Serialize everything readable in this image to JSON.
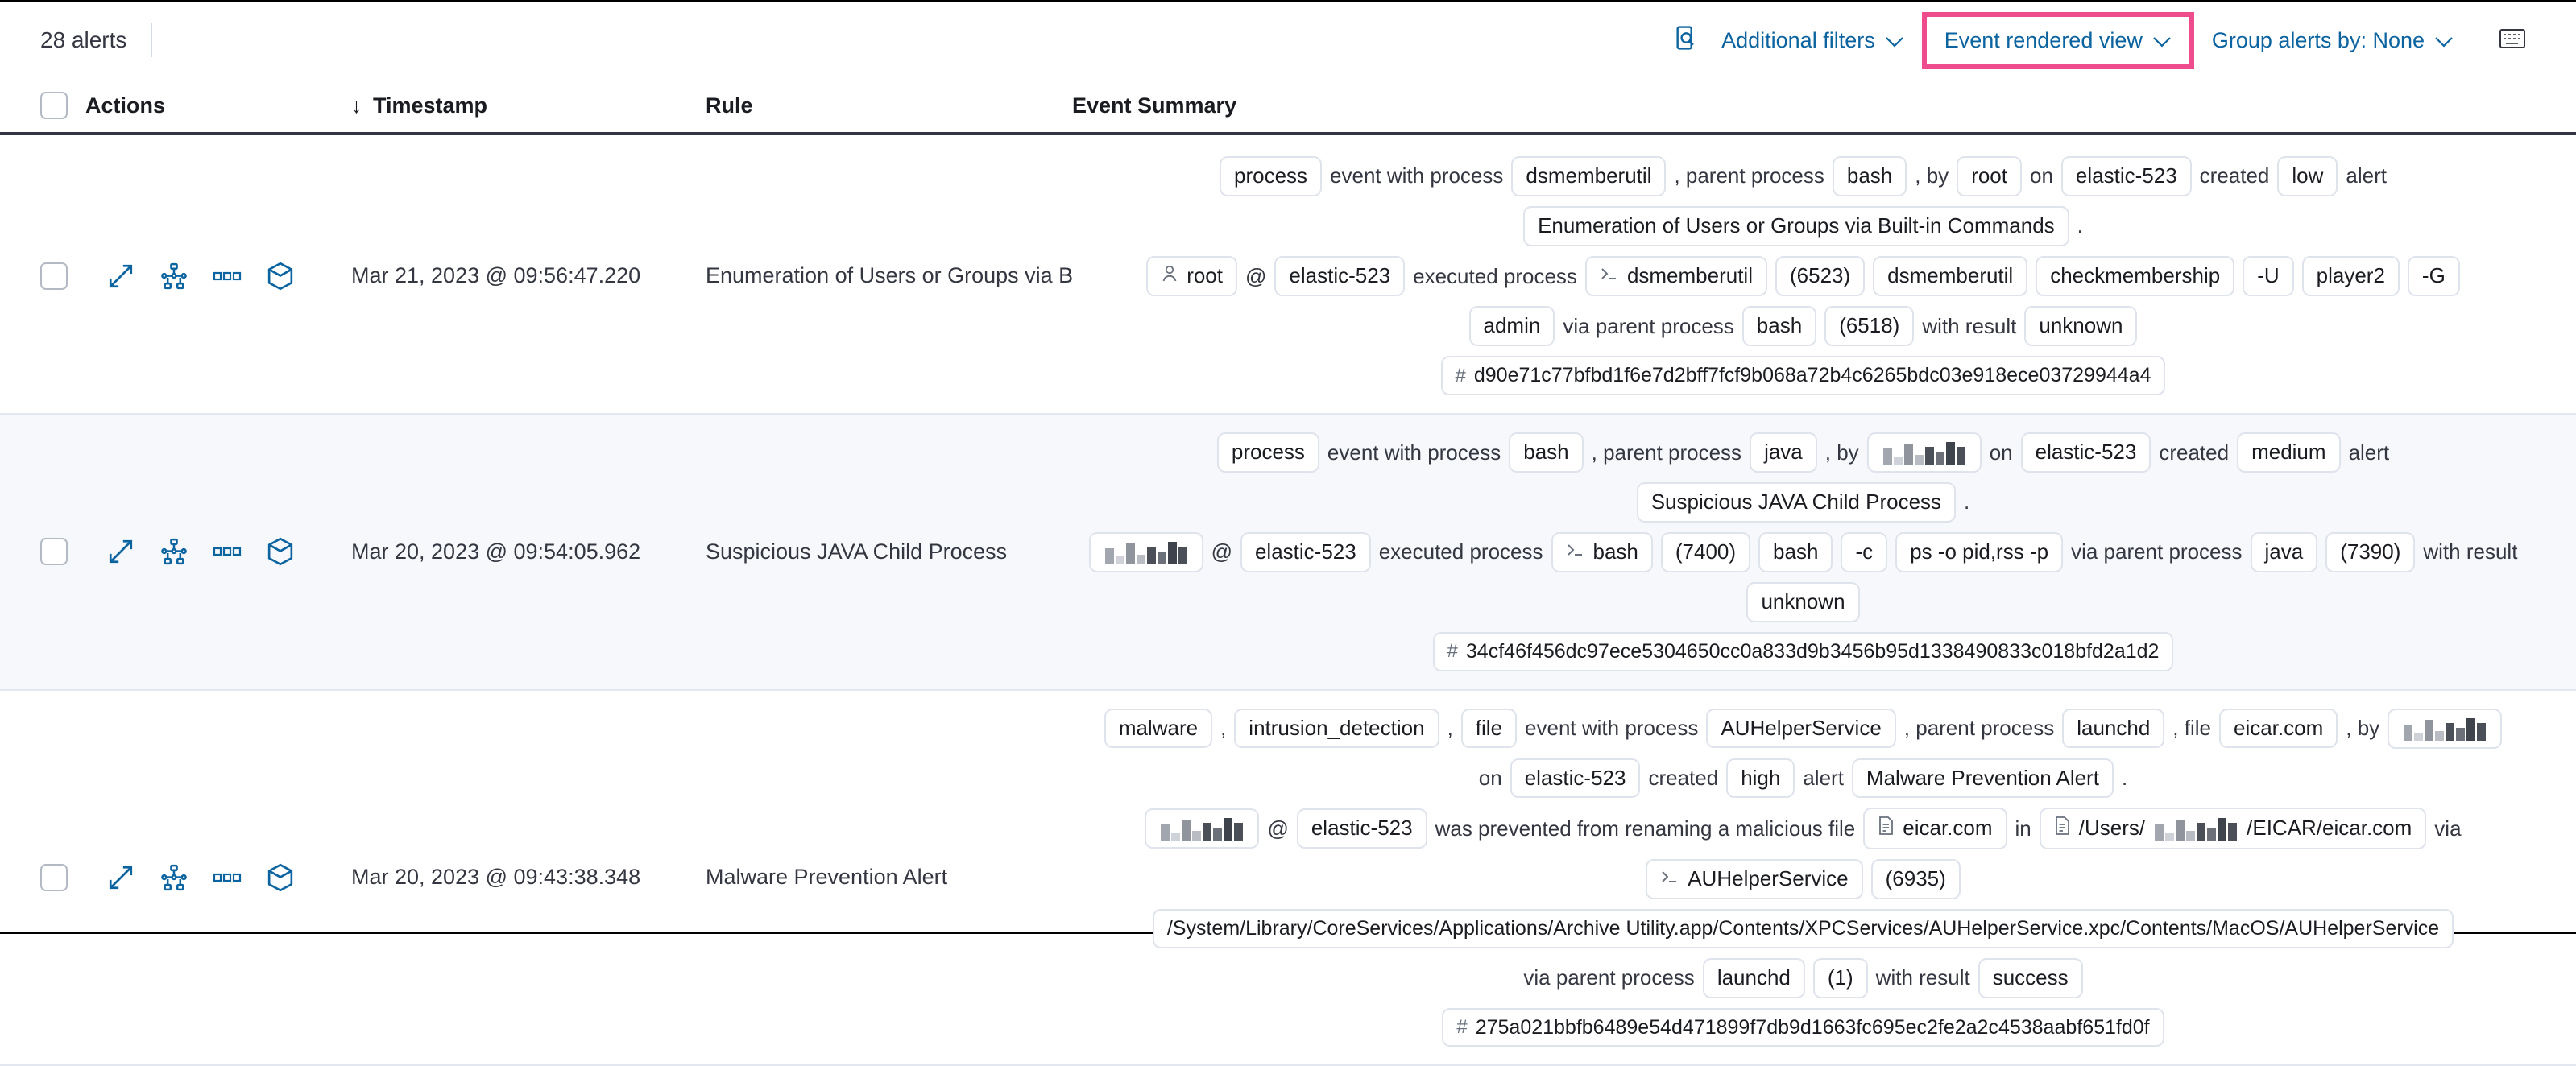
{
  "toolbar": {
    "alert_count": "28 alerts",
    "inspect_icon": "inspect-icon",
    "additional_filters": "Additional filters",
    "event_rendered_view": "Event rendered view",
    "group_alerts_by": "Group alerts by: None",
    "keyboard_icon": "keyboard-icon",
    "chevron": "∨",
    "highlight_color": "#ee4c8c",
    "link_color": "#0b64a0"
  },
  "table": {
    "headers": {
      "actions": "Actions",
      "timestamp": "Timestamp",
      "rule": "Rule",
      "event_summary": "Event Summary"
    },
    "sort_indicator": "↓"
  },
  "row_icons": {
    "expand": "expand-icon",
    "analyzer": "analyzer-graph-icon",
    "more": "more-actions-icon",
    "session": "session-view-cube-icon"
  },
  "rows": [
    {
      "timestamp": "Mar 21, 2023 @ 09:56:47.220",
      "rule": "Enumeration of Users or Groups via Bui",
      "summary": [
        [
          {
            "t": "chip",
            "v": "process"
          },
          {
            "t": "txt",
            "v": "event with process"
          },
          {
            "t": "chip",
            "v": "dsmemberutil"
          },
          {
            "t": "txt",
            "v": ", parent process"
          },
          {
            "t": "chip",
            "v": "bash"
          },
          {
            "t": "txt",
            "v": ", by"
          },
          {
            "t": "chip",
            "v": "root"
          },
          {
            "t": "txt",
            "v": "on"
          },
          {
            "t": "chip",
            "v": "elastic-523"
          },
          {
            "t": "txt",
            "v": "created"
          },
          {
            "t": "chip",
            "v": "low"
          },
          {
            "t": "txt",
            "v": "alert"
          }
        ],
        [
          {
            "t": "chip",
            "v": "Enumeration of Users or Groups via Built-in Commands"
          },
          {
            "t": "txt",
            "v": "."
          }
        ],
        [
          {
            "t": "chip",
            "v": "root",
            "icon": "user-icon"
          },
          {
            "t": "txt",
            "v": "@"
          },
          {
            "t": "chip",
            "v": "elastic-523"
          },
          {
            "t": "txt",
            "v": "executed process"
          },
          {
            "t": "chip",
            "v": "dsmemberutil",
            "icon": "console-icon"
          },
          {
            "t": "chip",
            "v": "(6523)"
          },
          {
            "t": "chip",
            "v": "dsmemberutil"
          },
          {
            "t": "chip",
            "v": "checkmembership"
          },
          {
            "t": "chip",
            "v": "-U"
          },
          {
            "t": "chip",
            "v": "player2"
          },
          {
            "t": "chip",
            "v": "-G"
          }
        ],
        [
          {
            "t": "chip",
            "v": "admin"
          },
          {
            "t": "txt",
            "v": "via parent process"
          },
          {
            "t": "chip",
            "v": "bash"
          },
          {
            "t": "chip",
            "v": "(6518)"
          },
          {
            "t": "txt",
            "v": "with result"
          },
          {
            "t": "chip",
            "v": "unknown"
          }
        ],
        [
          {
            "t": "chip",
            "v": "d90e71c77bfbd1f6e7d2bff7fcf9b068a72b4c6265bdc03e918ece03729944a4",
            "icon": "hash-icon"
          }
        ]
      ]
    },
    {
      "timestamp": "Mar 20, 2023 @ 09:54:05.962",
      "rule": "Suspicious JAVA Child Process",
      "summary": [
        [
          {
            "t": "chip",
            "v": "process"
          },
          {
            "t": "txt",
            "v": "event with process"
          },
          {
            "t": "chip",
            "v": "bash"
          },
          {
            "t": "txt",
            "v": ", parent process"
          },
          {
            "t": "chip",
            "v": "java"
          },
          {
            "t": "txt",
            "v": ", by"
          },
          {
            "t": "redacted",
            "v": ""
          },
          {
            "t": "txt",
            "v": "on"
          },
          {
            "t": "chip",
            "v": "elastic-523"
          },
          {
            "t": "txt",
            "v": "created"
          },
          {
            "t": "chip",
            "v": "medium"
          },
          {
            "t": "txt",
            "v": "alert"
          }
        ],
        [
          {
            "t": "chip",
            "v": "Suspicious JAVA Child Process"
          },
          {
            "t": "txt",
            "v": "."
          }
        ],
        [
          {
            "t": "redacted",
            "v": ""
          },
          {
            "t": "txt",
            "v": "@"
          },
          {
            "t": "chip",
            "v": "elastic-523"
          },
          {
            "t": "txt",
            "v": "executed process"
          },
          {
            "t": "chip",
            "v": "bash",
            "icon": "console-icon"
          },
          {
            "t": "chip",
            "v": "(7400)"
          },
          {
            "t": "chip",
            "v": "bash"
          },
          {
            "t": "chip",
            "v": "-c"
          },
          {
            "t": "chip",
            "v": "ps -o pid,rss -p"
          },
          {
            "t": "txt",
            "v": "via parent process"
          },
          {
            "t": "chip",
            "v": "java"
          },
          {
            "t": "chip",
            "v": "(7390)"
          },
          {
            "t": "txt",
            "v": "with result"
          }
        ],
        [
          {
            "t": "chip",
            "v": "unknown"
          }
        ],
        [
          {
            "t": "chip",
            "v": "34cf46f456dc97ece5304650cc0a833d9b3456b95d1338490833c018bfd2a1d2",
            "icon": "hash-icon"
          }
        ]
      ]
    },
    {
      "timestamp": "Mar 20, 2023 @ 09:43:38.348",
      "rule": "Malware Prevention Alert",
      "summary": [
        [
          {
            "t": "chip",
            "v": "malware"
          },
          {
            "t": "txt",
            "v": ","
          },
          {
            "t": "chip",
            "v": "intrusion_detection"
          },
          {
            "t": "txt",
            "v": ","
          },
          {
            "t": "chip",
            "v": "file"
          },
          {
            "t": "txt",
            "v": "event with process"
          },
          {
            "t": "chip",
            "v": "AUHelperService"
          },
          {
            "t": "txt",
            "v": ", parent process"
          },
          {
            "t": "chip",
            "v": "launchd"
          },
          {
            "t": "txt",
            "v": ", file"
          },
          {
            "t": "chip",
            "v": "eicar.com"
          },
          {
            "t": "txt",
            "v": ", by"
          },
          {
            "t": "redacted",
            "v": ""
          }
        ],
        [
          {
            "t": "txt",
            "v": "on"
          },
          {
            "t": "chip",
            "v": "elastic-523"
          },
          {
            "t": "txt",
            "v": "created"
          },
          {
            "t": "chip",
            "v": "high"
          },
          {
            "t": "txt",
            "v": "alert"
          },
          {
            "t": "chip",
            "v": "Malware Prevention Alert"
          },
          {
            "t": "txt",
            "v": "."
          }
        ],
        [
          {
            "t": "redacted",
            "v": ""
          },
          {
            "t": "txt",
            "v": "@"
          },
          {
            "t": "chip",
            "v": "elastic-523"
          },
          {
            "t": "txt",
            "v": "was prevented from renaming a malicious file"
          },
          {
            "t": "chip",
            "v": "eicar.com",
            "icon": "file-icon"
          },
          {
            "t": "txt",
            "v": "in"
          },
          {
            "t": "chip",
            "v": "/Users/",
            "icon": "file-icon",
            "suffix": "/EICAR/eicar.com",
            "redacted_mid": true
          },
          {
            "t": "txt",
            "v": "via"
          }
        ],
        [
          {
            "t": "chip",
            "v": "AUHelperService",
            "icon": "console-icon"
          },
          {
            "t": "chip",
            "v": "(6935)"
          }
        ],
        [
          {
            "t": "chip",
            "v": "/System/Library/CoreServices/Applications/Archive Utility.app/Contents/XPCServices/AUHelperService.xpc/Contents/MacOS/AUHelperService"
          }
        ],
        [
          {
            "t": "txt",
            "v": "via parent process"
          },
          {
            "t": "chip",
            "v": "launchd"
          },
          {
            "t": "chip",
            "v": "(1)"
          },
          {
            "t": "txt",
            "v": "with result"
          },
          {
            "t": "chip",
            "v": "success"
          }
        ],
        [
          {
            "t": "chip",
            "v": "275a021bbfb6489e54d471899f7db9d1663fc695ec2fe2a2c4538aabf651fd0f",
            "icon": "hash-icon"
          }
        ]
      ]
    }
  ]
}
